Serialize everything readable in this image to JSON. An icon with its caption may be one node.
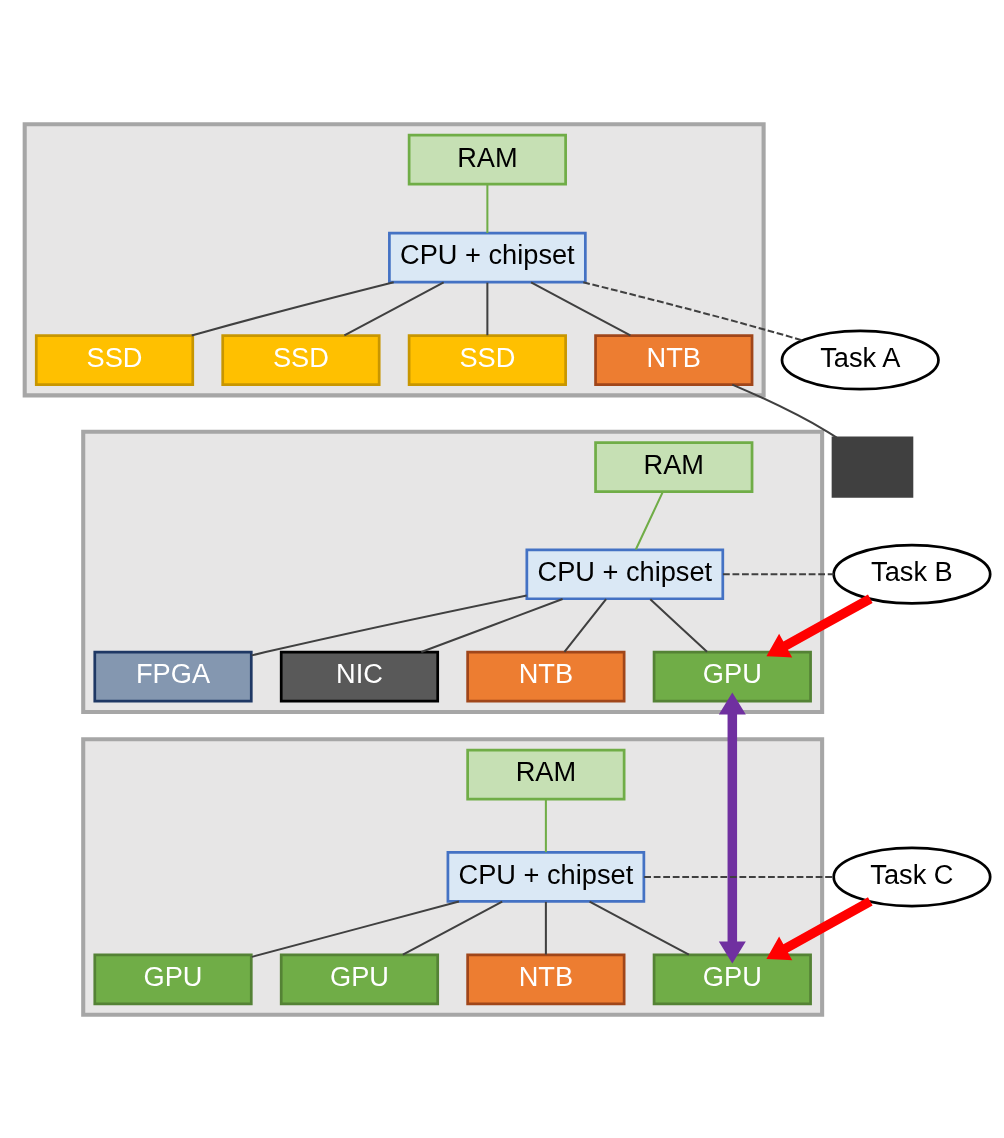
{
  "diagram": {
    "nodes": [
      {
        "text": [],
        "shape": "box"
      },
      {
        "text": [
          "RAM"
        ],
        "in": 0
      },
      {
        "text": [
          "CPU + chipset"
        ],
        "in": 0
      },
      {
        "text": [
          "SSD"
        ],
        "in": 0
      },
      {
        "text": [
          "SSD"
        ],
        "in": 0
      },
      {
        "text": [
          "SSD"
        ],
        "in": 0
      },
      {
        "text": [
          "NTB"
        ],
        "in": 0
      },
      {
        "text": [
          "Task A"
        ]
      },
      {
        "text": [],
        "shape": "box"
      },
      {
        "text": [
          "RAM"
        ],
        "in": 8
      },
      {
        "text": [
          "CPU + chipset"
        ],
        "in": 8
      },
      {
        "text": [
          "NIC"
        ],
        "in": 8
      },
      {
        "text": [
          "FPGA"
        ],
        "in": 8
      },
      {
        "text": [
          "GPU"
        ],
        "in": 8
      },
      {
        "text": [
          "NTB"
        ],
        "in": 8
      },
      {
        "text": [
          "Task B"
        ]
      },
      {
        "text": [],
        "shape": "box"
      },
      {
        "text": [
          "RAM"
        ],
        "in": 16
      },
      {
        "text": [
          "CPU + chipset"
        ],
        "in": 16
      },
      {
        "text": [
          "GPU"
        ],
        "in": 16
      },
      {
        "text": [
          "GPU"
        ],
        "in": 16
      },
      {
        "text": [
          "GPU"
        ],
        "in": 16
      },
      {
        "text": [
          "NTB"
        ],
        "in": 16
      },
      {
        "text": [
          "Task C"
        ]
      },
      {
        "text": [],
        "shape": "box"
      }
    ],
    "edges": [
      {
        "from": 1,
        "to": 2,
        "arrow": "none",
        "color": "#70ad47"
      },
      {
        "from": 2,
        "to": 3,
        "arrow": "none"
      },
      {
        "from": 2,
        "to": 4,
        "arrow": "none"
      },
      {
        "from": 2,
        "to": 5,
        "arrow": "none"
      },
      {
        "from": 2,
        "to": 6,
        "arrow": "none"
      },
      {
        "from": 2,
        "to": 7,
        "arrow": "none",
        "style": "dashed"
      },
      {
        "from": 9,
        "to": 10,
        "arrow": "none",
        "color": "#70ad47"
      },
      {
        "from": 10,
        "to": 11,
        "arrow": "none"
      },
      {
        "from": 10,
        "to": 12,
        "arrow": "none"
      },
      {
        "from": 10,
        "to": 13,
        "arrow": "none"
      },
      {
        "from": 10,
        "to": 14,
        "arrow": "none"
      },
      {
        "from": 10,
        "to": 15,
        "arrow": "none",
        "style": "dashed"
      },
      {
        "from": 15,
        "to": 13,
        "arrow": "to",
        "style": "thick",
        "color": "#ff0000"
      },
      {
        "from": 17,
        "to": 18,
        "arrow": "none",
        "color": "#70ad47"
      },
      {
        "from": 18,
        "to": 19,
        "arrow": "none"
      },
      {
        "from": 18,
        "to": 20,
        "arrow": "none"
      },
      {
        "from": 18,
        "to": 21,
        "arrow": "none"
      },
      {
        "from": 18,
        "to": 22,
        "arrow": "none"
      },
      {
        "from": 18,
        "to": 23,
        "arrow": "none",
        "style": "dashed"
      },
      {
        "from": 23,
        "to": 21,
        "arrow": "to",
        "style": "thick",
        "color": "#ff0000"
      },
      {
        "from": 6,
        "to": 24,
        "arrow": "none"
      },
      {
        "from": 13,
        "to": 21,
        "arrow": "both",
        "style": "thick",
        "color": "#7030a0"
      }
    ]
  }
}
